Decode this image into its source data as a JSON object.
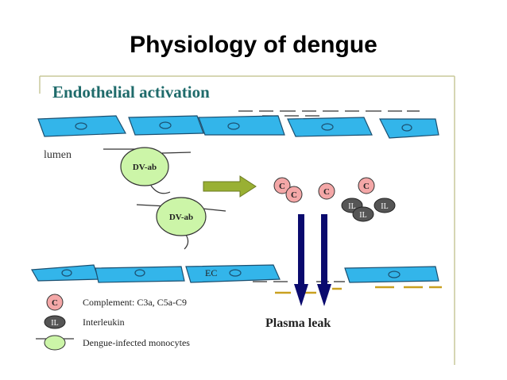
{
  "title": "Physiology of dengue",
  "figure": {
    "heading": "Endothelial activation",
    "lumen_label": "lumen",
    "monocyte_label_1": "DV-ab",
    "monocyte_label_2": "DV-ab",
    "ec_label": "EC",
    "complement_symbol": "C",
    "interleukin_symbol": "IL",
    "plasma_leak": "Plasma leak",
    "legend": {
      "complement": "Complement: C3a, C5a-C9",
      "interleukin": "Interleukin",
      "monocyte": "Dengue-infected monocytes"
    }
  },
  "colors": {
    "endothelial_cell": "#33b5ea",
    "complement": "#f4a7a7",
    "interleukin": "#555555",
    "monocyte": "#ccf5a8",
    "arrow_green": "#99b033",
    "arrow_navy": "#0a0a6e",
    "gap_dash": "#c9a020"
  }
}
